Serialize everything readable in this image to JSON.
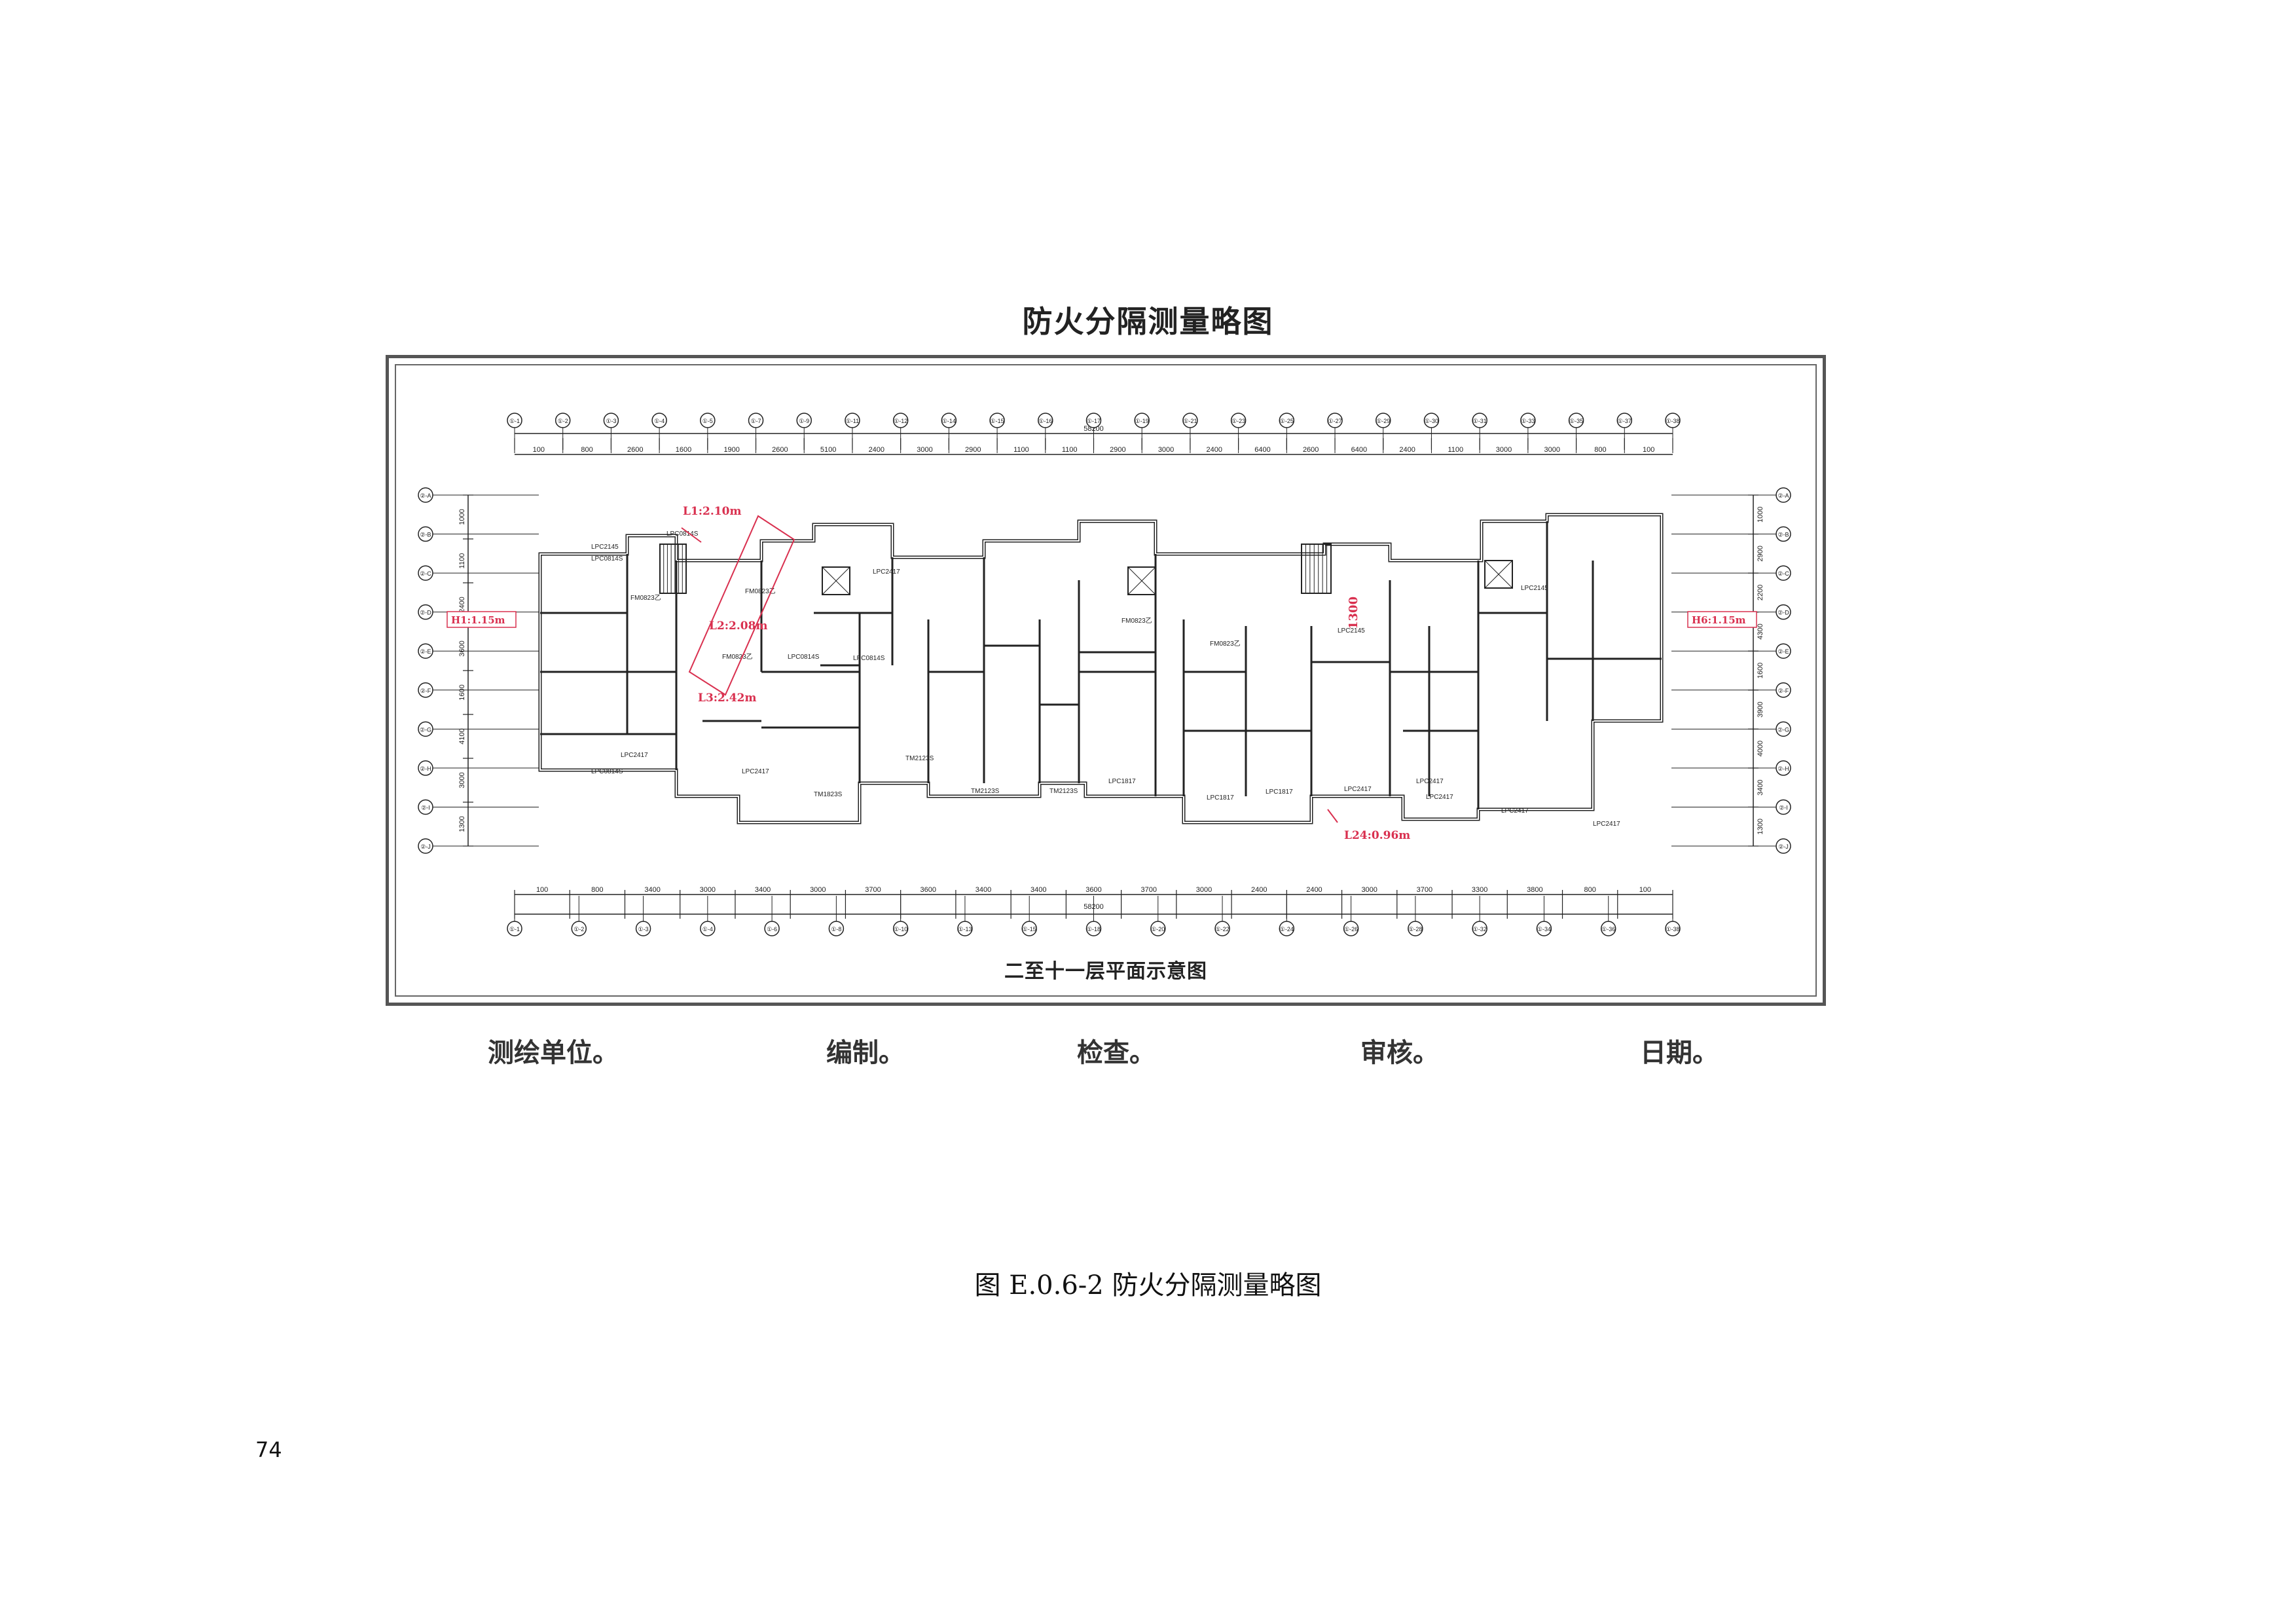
{
  "title": "防火分隔测量略图",
  "plan": {
    "subtitle": "二至十一层平面示意图",
    "total_dimension": "58200",
    "top_dimensions": [
      "100",
      "800",
      "2600",
      "1600",
      "1900",
      "2600",
      "5100",
      "2400",
      "3000",
      "2900",
      "1100",
      "1100",
      "2900",
      "3000",
      "2400",
      "6400",
      "2600",
      "6400",
      "2400",
      "1100",
      "3000",
      "3000",
      "800",
      "100"
    ],
    "bottom_dimensions": [
      "100",
      "800",
      "3400",
      "3000",
      "3400",
      "3000",
      "3700",
      "3600",
      "3400",
      "3400",
      "3600",
      "3700",
      "3000",
      "2400",
      "2400",
      "3000",
      "3700",
      "3300",
      "3800",
      "800",
      "100"
    ],
    "top_axes": [
      "①-1",
      "①-2",
      "①-3",
      "①-4",
      "①-5",
      "①-7",
      "①-9",
      "①-11",
      "①-12",
      "①-14",
      "①-15",
      "①-16",
      "①-17",
      "①-19",
      "①-21",
      "①-23",
      "①-25",
      "①-27",
      "①-29",
      "①-30",
      "①-31",
      "①-33",
      "①-35",
      "①-37",
      "①-38"
    ],
    "bottom_axes": [
      "①-1",
      "①-2",
      "①-3",
      "①-4",
      "①-6",
      "①-8",
      "①-10",
      "①-13",
      "①-15",
      "①-18",
      "①-20",
      "①-22",
      "①-24",
      "①-26",
      "①-28",
      "①-32",
      "①-34",
      "①-36",
      "①-38"
    ],
    "left_axes": [
      "②-A",
      "②-B",
      "②-C",
      "②-D",
      "②-E",
      "②-F",
      "②-G",
      "②-H",
      "②-I",
      "②-J"
    ],
    "right_axes": [
      "②-A",
      "②-B",
      "②-C",
      "②-D",
      "②-E",
      "②-F",
      "②-G",
      "②-H",
      "②-I",
      "②-J"
    ],
    "left_dimensions": [
      "1000",
      "1100",
      "2400",
      "3600",
      "1600",
      "4100",
      "3000",
      "1300"
    ],
    "right_dimensions": [
      "1000",
      "2900",
      "2200",
      "4300",
      "1600",
      "3900",
      "4000",
      "3400",
      "1300"
    ],
    "measurements": {
      "l1": "L1:2.10m",
      "l2": "L2:2.08m",
      "l3": "L3:2.42m",
      "l24": "L24:0.96m",
      "h1": "H1:1.15m",
      "h6": "H6:1.15m",
      "mark_1300": "1300"
    },
    "room_labels": [
      "LPC2145",
      "LPC0814S",
      "LPC0814S",
      "FM0823乙",
      "FM0823乙",
      "FM0823乙",
      "LPC0814S",
      "LPC0814S",
      "LPC0814S",
      "LPC2417",
      "LPC2417",
      "TM1823S",
      "TM2123S",
      "TM2123S",
      "TM2123S",
      "LPC1817",
      "LPC1817",
      "LPC1817",
      "LPC2417",
      "LPC2417",
      "LPC2417",
      "LPC2417",
      "FM0823乙",
      "FM0823乙",
      "LPC2145",
      "LPC2145",
      "LPC2417",
      "LPC2417"
    ],
    "colors": {
      "line": "#222222",
      "annotation": "#d9304f"
    }
  },
  "signatures": {
    "survey_unit": "测绘单位。",
    "compiled_by": "编制。",
    "checked_by": "检查。",
    "reviewed_by": "审核。",
    "date": "日期。"
  },
  "caption": "图 E.0.6-2 防火分隔测量略图",
  "page_number": "74"
}
